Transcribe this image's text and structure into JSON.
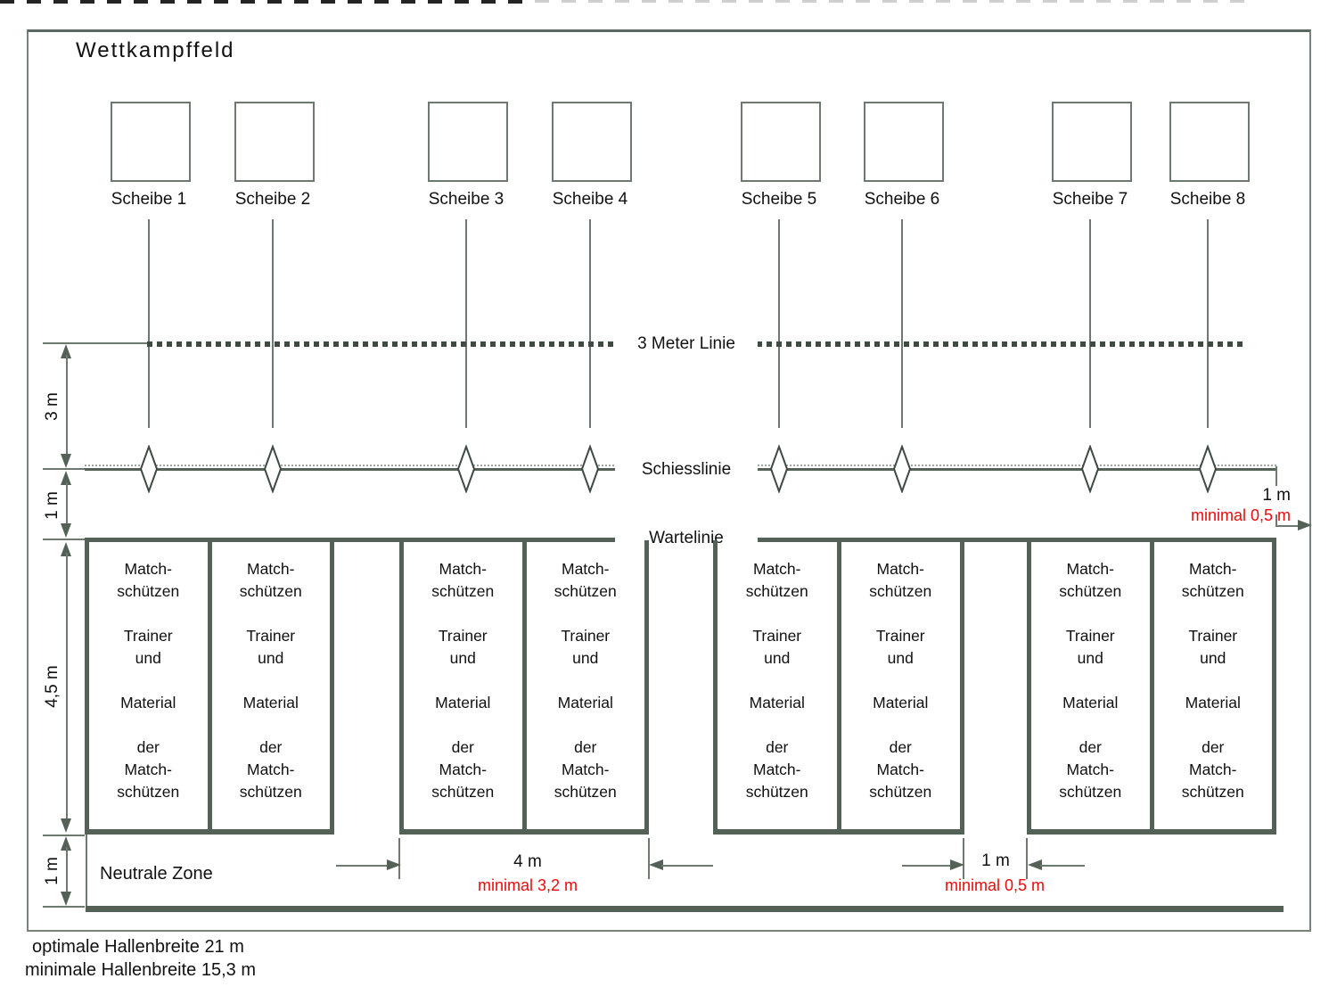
{
  "title": "Wettkampffeld",
  "targets": [
    "Scheibe 1",
    "Scheibe 2",
    "Scheibe 3",
    "Scheibe 4",
    "Scheibe 5",
    "Scheibe 6",
    "Scheibe 7",
    "Scheibe 8"
  ],
  "labels": {
    "three_meter_line": "3 Meter Linie",
    "shooting_line": "Schiesslinie",
    "waiting_line": "Wartelinie"
  },
  "pen_text": "Match-\nschützen\n\nTrainer\nund\n\nMaterial\n\nder\nMatch-\nschützen",
  "dims": {
    "left_3m": "3 m",
    "left_1m_top": "1 m",
    "left_45m": "4,5 m",
    "left_1m_bottom": "1 m",
    "right_1m": "1 m",
    "right_minimal": "minimal 0,5 m",
    "width_4m": "4 m",
    "width_minimal": "minimal 3,2 m",
    "gap_1m": "1 m",
    "gap_minimal": "minimal 0,5 m"
  },
  "neutral_zone": "Neutrale Zone",
  "footer": {
    "optimal": "optimale Hallenbreite 21 m",
    "minimal": "minimale Hallenbreite 15,3 m"
  },
  "colors": {
    "line": "#536157",
    "line_thin": "#6d786f",
    "dash": "#3e4a42",
    "red": "#ee0a0a",
    "text": "#111111"
  }
}
